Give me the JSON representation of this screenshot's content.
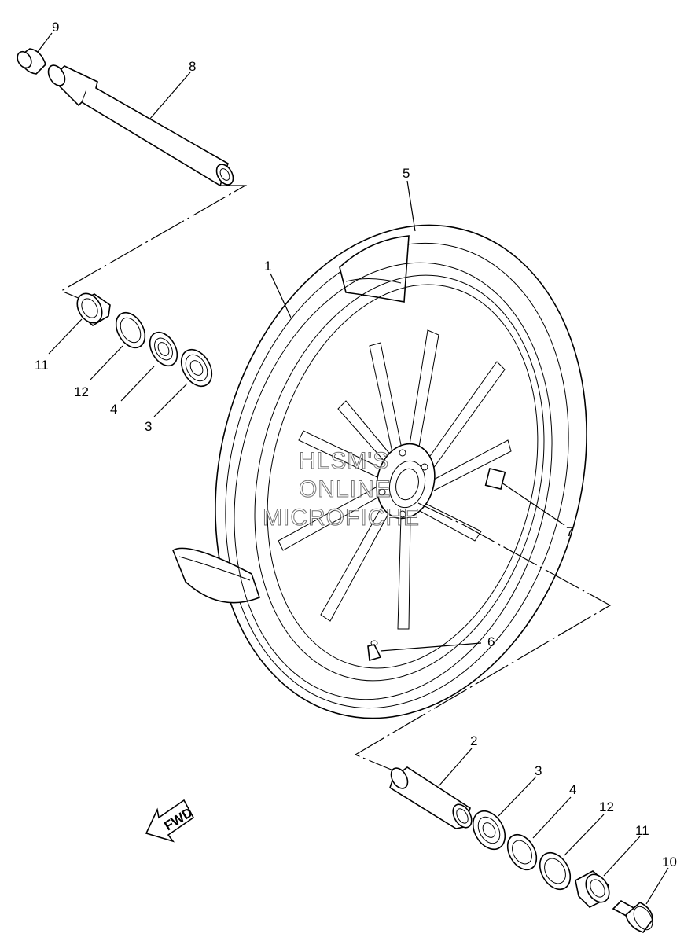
{
  "diagram": {
    "callouts": [
      {
        "id": "callout-1",
        "text": "1"
      },
      {
        "id": "callout-2",
        "text": "2"
      },
      {
        "id": "callout-3-top",
        "text": "3"
      },
      {
        "id": "callout-3-bottom",
        "text": "3"
      },
      {
        "id": "callout-4-top",
        "text": "4"
      },
      {
        "id": "callout-4-bottom",
        "text": "4"
      },
      {
        "id": "callout-5",
        "text": "5"
      },
      {
        "id": "callout-6",
        "text": "6"
      },
      {
        "id": "callout-7",
        "text": "7"
      },
      {
        "id": "callout-8",
        "text": "8"
      },
      {
        "id": "callout-9",
        "text": "9"
      },
      {
        "id": "callout-10",
        "text": "10"
      },
      {
        "id": "callout-11-top",
        "text": "11"
      },
      {
        "id": "callout-11-bottom",
        "text": "11"
      },
      {
        "id": "callout-12-top",
        "text": "12"
      },
      {
        "id": "callout-12-bottom",
        "text": "12"
      }
    ],
    "fwd_arrow_text": "FWD",
    "watermark": [
      "HLSM'S",
      "ONLINE",
      "MICROFICHE"
    ]
  }
}
